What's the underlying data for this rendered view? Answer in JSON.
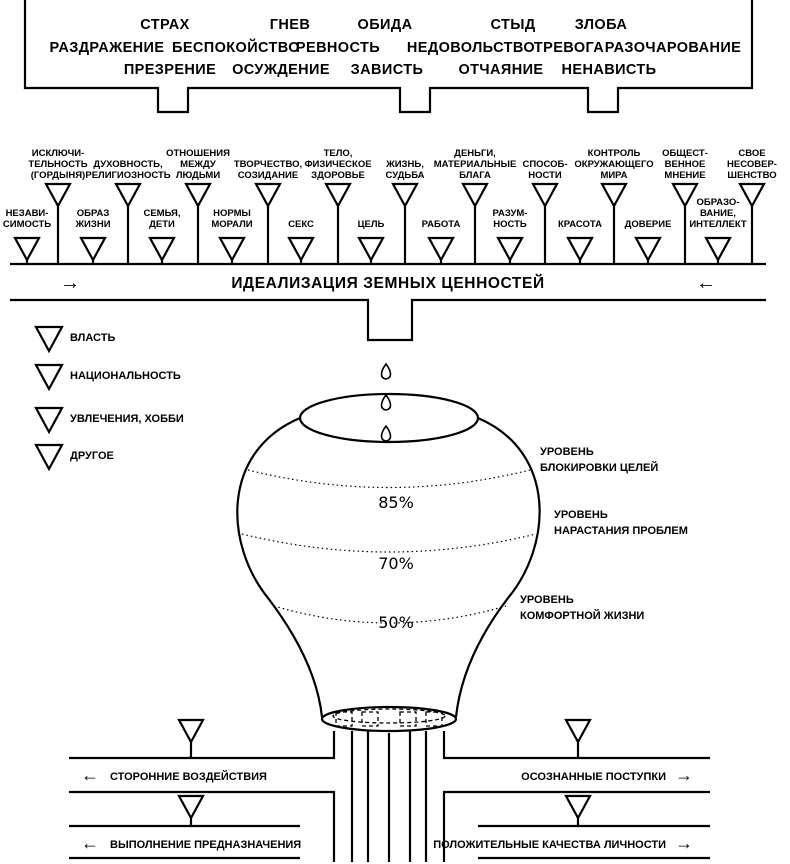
{
  "emotions": {
    "row1": [
      "СТРАХ",
      "ГНЕВ",
      "ОБИДА",
      "СТЫД",
      "ЗЛОБА"
    ],
    "row2": [
      "РАЗДРАЖЕНИЕ",
      "БЕСПОКОЙСТВО",
      "РЕВНОСТЬ",
      "НЕДОВОЛЬСТВО",
      "ТРЕВОГА",
      "РАЗОЧАРОВАНИЕ"
    ],
    "row3": [
      "ПРЕЗРЕНИЕ",
      "ОСУЖДЕНИЕ",
      "ЗАВИСТЬ",
      "ОТЧАЯНИЕ",
      "НЕНАВИСТЬ"
    ]
  },
  "values_top": [
    [
      "ИСКЛЮЧИ-",
      "ТЕЛЬНОСТЬ",
      "(ГОРДЫНЯ)"
    ],
    [
      "ДУХОВНОСТЬ,",
      "РЕЛИГИОЗНОСТЬ"
    ],
    [
      "ОТНОШЕНИЯ",
      "МЕЖДУ",
      "ЛЮДЬМИ"
    ],
    [
      "ТВОРЧЕСТВО,",
      "СОЗИДАНИЕ"
    ],
    [
      "ТЕЛО,",
      "ФИЗИЧЕСКОЕ",
      "ЗДОРОВЬЕ"
    ],
    [
      "ЖИЗНЬ,",
      "СУДЬБА"
    ],
    [
      "ДЕНЬГИ,",
      "МАТЕРИАЛЬНЫЕ",
      "БЛАГА"
    ],
    [
      "СПОСОБ-",
      "НОСТИ"
    ],
    [
      "КОНТРОЛЬ",
      "ОКРУЖАЮЩЕГО",
      "МИРА"
    ],
    [
      "ОБЩЕСТ-",
      "ВЕННОЕ",
      "МНЕНИЕ"
    ],
    [
      "СВОЕ",
      "НЕСОВЕР-",
      "ШЕНСТВО"
    ]
  ],
  "values_bottom": [
    [
      "НЕЗАВИ-",
      "СИМОСТЬ"
    ],
    [
      "ОБРАЗ",
      "ЖИЗНИ"
    ],
    [
      "СЕМЬЯ,",
      "ДЕТИ"
    ],
    [
      "НОРМЫ",
      "МОРАЛИ"
    ],
    [
      "СЕКС"
    ],
    [
      "ЦЕЛЬ"
    ],
    [
      "РАБОТА"
    ],
    [
      "РАЗУМ-",
      "НОСТЬ"
    ],
    [
      "КРАСОТА"
    ],
    [
      "ДОВЕРИЕ"
    ],
    [
      "ОБРАЗО-",
      "ВАНИЕ,",
      "ИНТЕЛЛЕКТ"
    ]
  ],
  "banner": {
    "title": "ИДЕАЛИЗАЦИЯ ЗЕМНЫХ ЦЕННОСТЕЙ",
    "arrow_left": "→",
    "arrow_right": "←"
  },
  "legend": [
    "ВЛАСТЬ",
    "НАЦИОНАЛЬНОСТЬ",
    "УВЛЕЧЕНИЯ, ХОББИ",
    "ДРУГОЕ"
  ],
  "vessel": {
    "levels": [
      "85%",
      "70%",
      "50%"
    ],
    "level_labels": [
      [
        "УРОВЕНЬ",
        "БЛОКИРОВКИ  ЦЕЛЕЙ"
      ],
      [
        "УРОВЕНЬ",
        "НАРАСТАНИЯ  ПРОБЛЕМ"
      ],
      [
        "УРОВЕНЬ",
        "КОМФОРТНОЙ  ЖИЗНИ"
      ]
    ]
  },
  "outputs": {
    "left_top": "СТОРОННИЕ ВОЗДЕЙСТВИЯ",
    "left_bottom": "ВЫПОЛНЕНИЕ ПРЕДНАЗНАЧЕНИЯ",
    "right_top": "ОСОЗНАННЫЕ ПОСТУПКИ",
    "right_bottom": "ПОЛОЖИТЕЛЬНЫЕ КАЧЕСТВА ЛИЧНОСТИ",
    "arrow_left": "←",
    "arrow_right": "→"
  }
}
